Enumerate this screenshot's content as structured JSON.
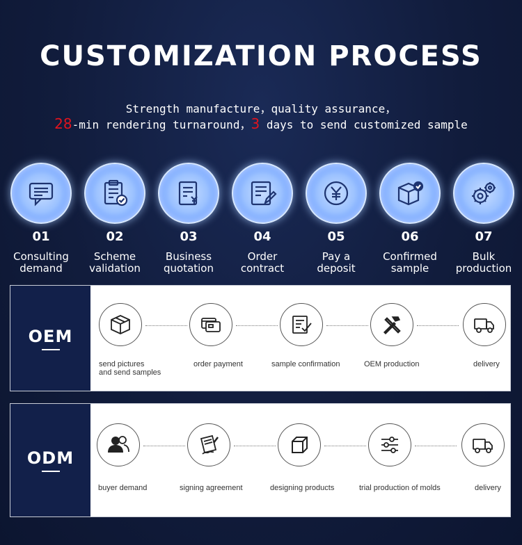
{
  "header": {
    "title": "CUSTOMIZATION PROCESS",
    "line1": "Strength manufacture，quality assurance，",
    "line2_num1": "28",
    "line2_text1": "-min rendering turnaround，",
    "line2_num2": "3",
    "line2_text2": " days to send customized sample"
  },
  "steps": [
    {
      "num": "01",
      "l1": "Consulting",
      "l2": "demand",
      "icon": "chat-icon"
    },
    {
      "num": "02",
      "l1": "Scheme",
      "l2": "validation",
      "icon": "clipboard-check-icon"
    },
    {
      "num": "03",
      "l1": "Business",
      "l2": "quotation",
      "icon": "quote-yen-icon"
    },
    {
      "num": "04",
      "l1": "Order",
      "l2": "contract",
      "icon": "contract-pen-icon"
    },
    {
      "num": "05",
      "l1": "Pay a",
      "l2": "deposit",
      "icon": "yen-coin-icon"
    },
    {
      "num": "06",
      "l1": "Confirmed",
      "l2": "sample",
      "icon": "box-check-icon"
    },
    {
      "num": "07",
      "l1": "Bulk",
      "l2": "production",
      "icon": "gears-icon"
    }
  ],
  "oem": {
    "tag": "OEM",
    "items": [
      {
        "l1": "send pictures",
        "l2": "and send samples",
        "icon": "package-icon"
      },
      {
        "l1": "order payment",
        "l2": "",
        "icon": "card-payment-icon"
      },
      {
        "l1": "sample confirmation",
        "l2": "",
        "icon": "checklist-icon"
      },
      {
        "l1": "OEM production",
        "l2": "",
        "icon": "tools-icon"
      },
      {
        "l1": "delivery",
        "l2": "",
        "icon": "truck-icon"
      }
    ]
  },
  "odm": {
    "tag": "ODM",
    "items": [
      {
        "l1": "buyer demand",
        "icon": "users-icon"
      },
      {
        "l1": "signing agreement",
        "icon": "sign-document-icon"
      },
      {
        "l1": "designing products",
        "icon": "cube-icon"
      },
      {
        "l1": "trial production of molds",
        "icon": "sliders-icon"
      },
      {
        "l1": "delivery",
        "icon": "truck-icon"
      }
    ]
  }
}
